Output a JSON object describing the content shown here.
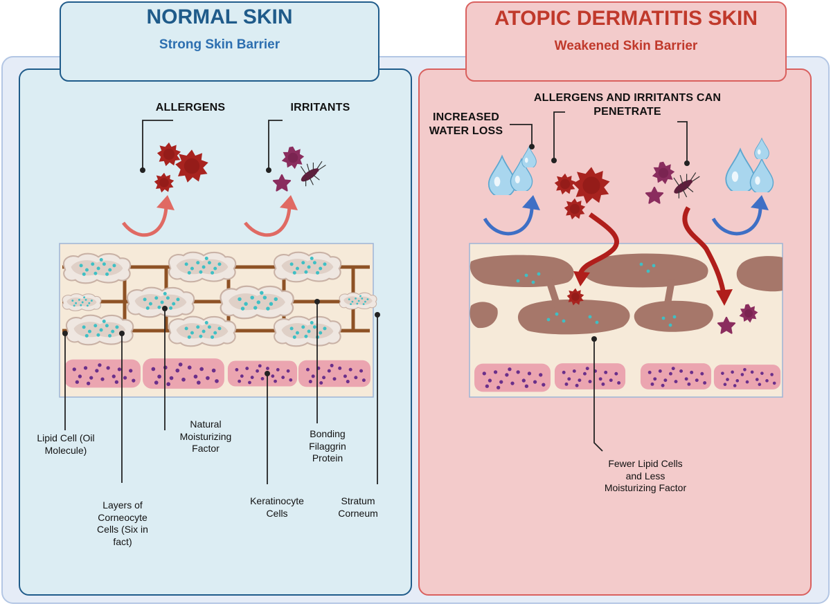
{
  "normal": {
    "title": "NORMAL SKIN",
    "subtitle": "Strong Skin Barrier",
    "allergens": "ALLERGENS",
    "irritants": "IRRITANTS",
    "labels": {
      "lipid": "Lipid Cell (Oil Molecule)",
      "corneocyte": "Layers of Corneocyte Cells (Six in fact)",
      "nmf": "Natural Moisturizing Factor",
      "keratinocyte": "Keratinocyte Cells",
      "filaggrin": "Bonding Filaggrin Protein",
      "stratum": "Stratum Corneum"
    }
  },
  "atopic": {
    "title": "ATOPIC DERMATITIS SKIN",
    "subtitle": "Weakened Skin Barrier",
    "water_loss": "INCREASED WATER LOSS",
    "penetrate": "ALLERGENS AND IRRITANTS CAN PENETRATE",
    "fewer": "Fewer Lipid Cells and Less Moisturizing Factor"
  },
  "colors": {
    "normal_bg": "#dcedf3",
    "normal_border": "#1f5b8a",
    "atopic_bg": "#f3cbcb",
    "atopic_border": "#d9605e",
    "normal_title": "#1f5b8a",
    "atopic_title": "#c0392b",
    "allergen": "#a8231f",
    "irritant": "#8a2d5e",
    "water": "#a9d6ee",
    "protein": "#8e5225",
    "keratinocyte": "#eba5b0",
    "damaged_cell": "#a6776a"
  }
}
